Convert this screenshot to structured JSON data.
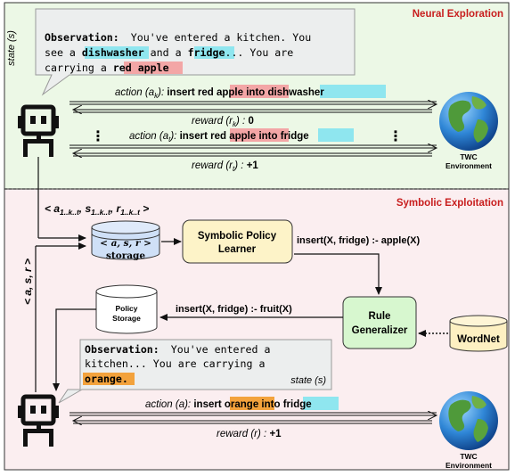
{
  "colors": {
    "neural_bg": "#ecf8e6",
    "symbolic_bg": "#fbeef0",
    "section_title": "#c81e1e",
    "highlight_red": "#f3a6a6",
    "highlight_cyan": "#8fe6ef",
    "highlight_orange": "#f3a23c",
    "db_fill": "#cfe0f7",
    "policy_learner_fill": "#fdf3c8",
    "rule_generalizer_fill": "#d7f7cf",
    "wordnet_fill": "#fdf0c2",
    "bubble_fill": "#eceeee"
  },
  "neural": {
    "title": "Neural Exploration",
    "state_label": "state (s)",
    "observation": {
      "label": "Observation:",
      "line1": "You've entered a kitchen. You",
      "line2_pre": "see a ",
      "dishwasher": "dishwasher",
      "line2_mid": " and a ",
      "fridge": "fridge",
      "line2_post": "... You are",
      "line3_pre": "carrying a ",
      "red_apple": "red apple"
    },
    "action_k": {
      "prefix": "action (a",
      "sub": "k",
      "suffix": "):",
      "insert": "insert",
      "object": "red apple",
      "into": "into",
      "target": "dishwasher"
    },
    "reward_k": {
      "prefix": "reward (r",
      "sub": "k",
      "suffix": ") :",
      "value": "0"
    },
    "ellipsis": "⋮",
    "action_t": {
      "prefix": "action (a",
      "sub": "t",
      "suffix": "):",
      "insert": "insert",
      "object": "red apple",
      "into": "into",
      "target": "fridge"
    },
    "reward_t": {
      "prefix": "reward (r",
      "sub": "t",
      "suffix": ") :",
      "value": "+1"
    },
    "environment": {
      "line1": "TWC",
      "line2": "Environment"
    }
  },
  "symbolic": {
    "title": "Symbolic Exploitation",
    "trajectory_label": {
      "open": "<",
      "a": "a",
      "a_sub": "1..k..t",
      "s": "s",
      "s_sub": "1..k..t",
      "r": "r",
      "r_sub": "1..k..t",
      "close": ">"
    },
    "storage": {
      "tuple": "< a, s, r >",
      "label": "storage"
    },
    "policy_learner": {
      "line1": "Symbolic Policy",
      "line2": "Learner"
    },
    "rule_specific": "insert(X, fridge) :- apple(X)",
    "rule_general": "insert(X, fridge) :- fruit(X)",
    "policy_storage": {
      "line1": "Policy",
      "line2": "Storage"
    },
    "rule_generalizer": {
      "line1": "Rule",
      "line2": "Generalizer"
    },
    "wordnet": "WordNet",
    "feedback_label": "< a, s, r >",
    "observation": {
      "label": "Observation:",
      "line1": "You've entered a",
      "line2": "kitchen... You are carrying a",
      "orange": "orange.",
      "state_label": "state (s)"
    },
    "action": {
      "prefix": "action (a):",
      "insert": "insert",
      "object": "orange",
      "into": "into",
      "target": "fridge"
    },
    "reward": {
      "prefix": "reward (r) :",
      "value": "+1"
    },
    "environment": {
      "line1": "TWC",
      "line2": "Environment"
    }
  }
}
